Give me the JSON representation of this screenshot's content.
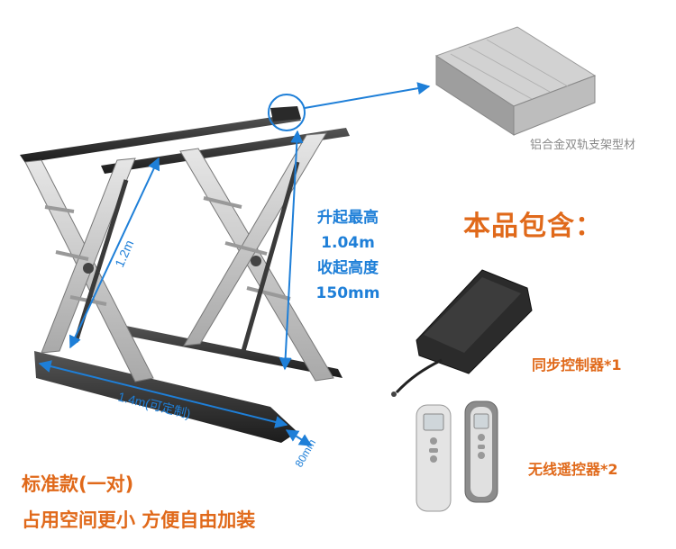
{
  "dimensions": {
    "length": "1.4m(可定制)",
    "diagonal": "1.2m",
    "width": "80mm",
    "lift_lines": [
      "升起最高",
      "1.04m",
      "收起高度",
      "150mm"
    ]
  },
  "rail_caption": "铝合金双轨支架型材",
  "includes_title": "本品包含：",
  "items": [
    {
      "label": "同步控制器*1"
    },
    {
      "label": "无线遥控器*2"
    }
  ],
  "bottom": {
    "line1": "标准款(一对)",
    "line2": "占用空间更小 方便自由加装"
  },
  "colors": {
    "accent_blue": "#1e7fd8",
    "accent_orange": "#e0691a",
    "caption_gray": "#8a8a8a"
  }
}
